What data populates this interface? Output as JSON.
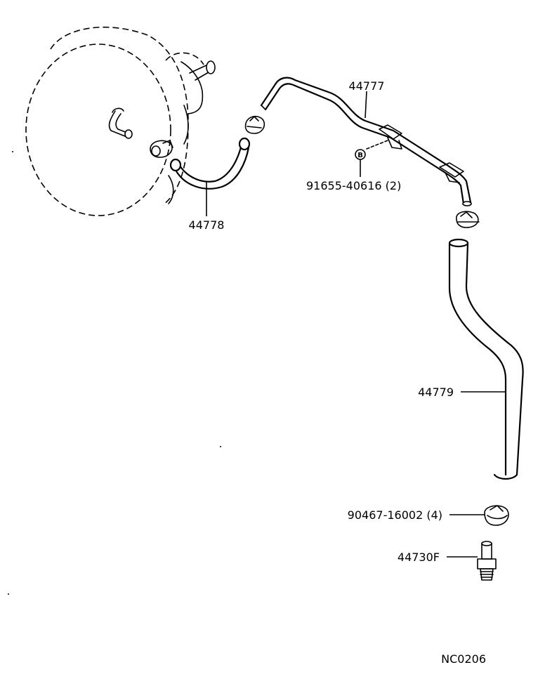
{
  "labels": {
    "hose_upper": "44777",
    "hose_short": "44778",
    "hose_long": "44779",
    "bolt": "91655-40616 (2)",
    "clamp": "90467-16002 (4)",
    "union": "44730F",
    "ref_mark": "B",
    "code": "NC0206"
  }
}
